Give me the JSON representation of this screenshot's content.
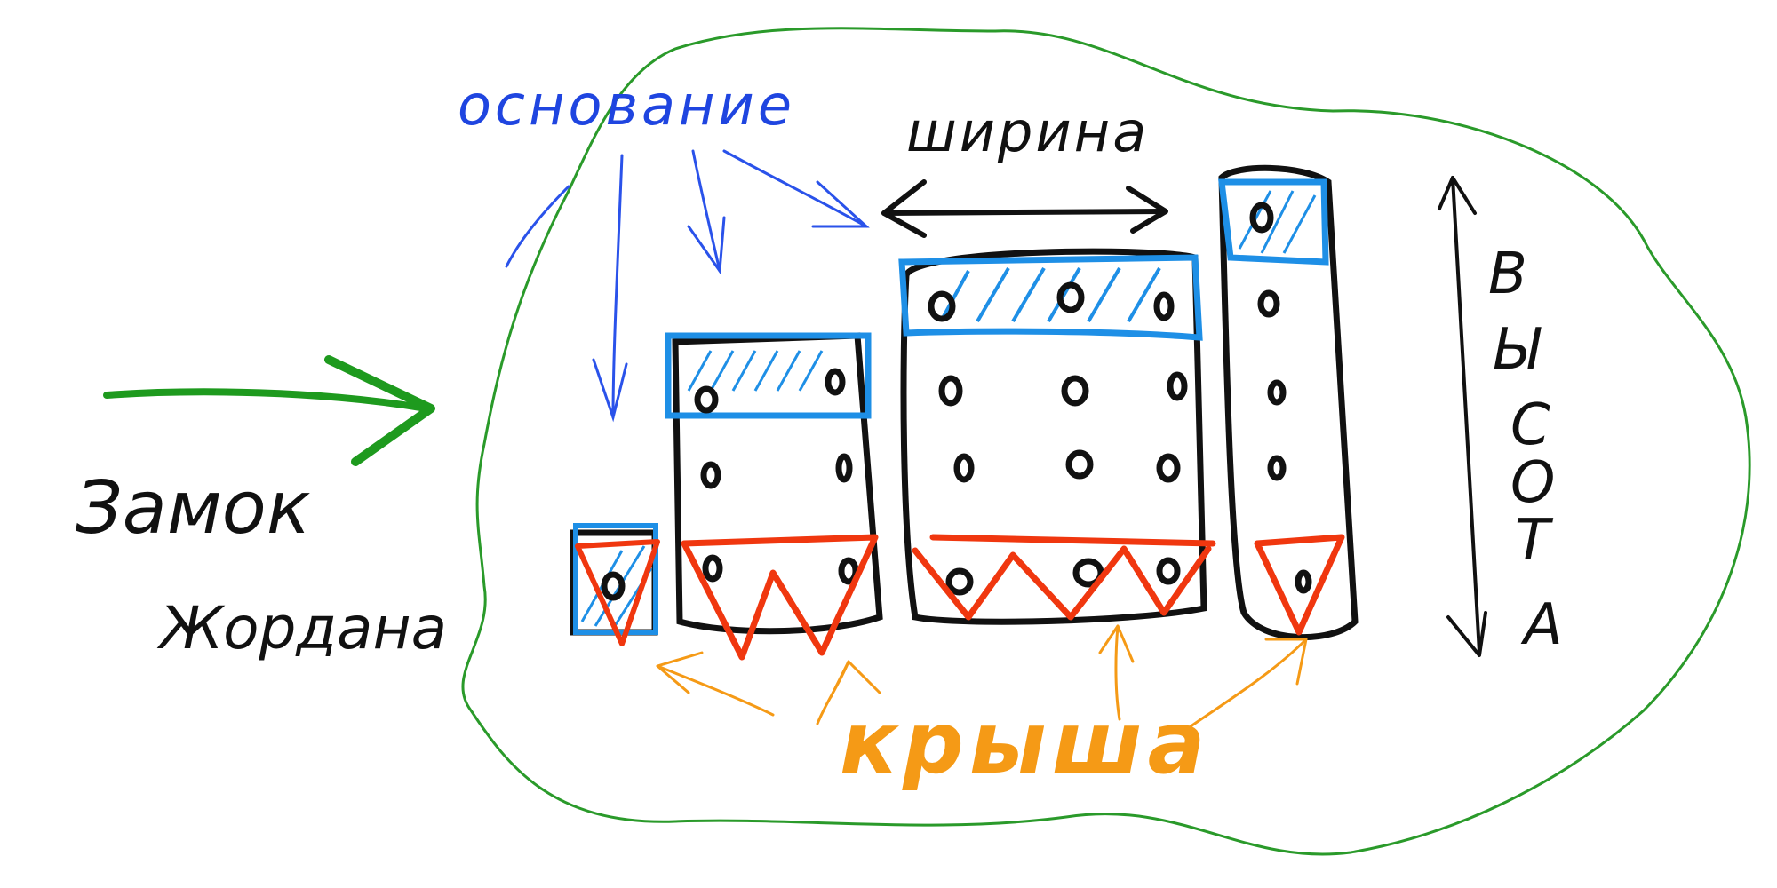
{
  "labels": {
    "title_line1": "Замок",
    "title_line2": "Жордана",
    "base": "основание",
    "width": "ширина",
    "roof": "крыша",
    "height_letters": [
      "В",
      "Ы",
      "С",
      "О",
      "Т",
      "А"
    ]
  },
  "colors": {
    "outline": "#111111",
    "base_fill": "#1e8fe6",
    "base_label": "#1f45e0",
    "roof_stroke": "#f0370f",
    "roof_label": "#f59a16",
    "cloud": "#2a9a2a",
    "arrow_green": "#1e9a1e"
  }
}
